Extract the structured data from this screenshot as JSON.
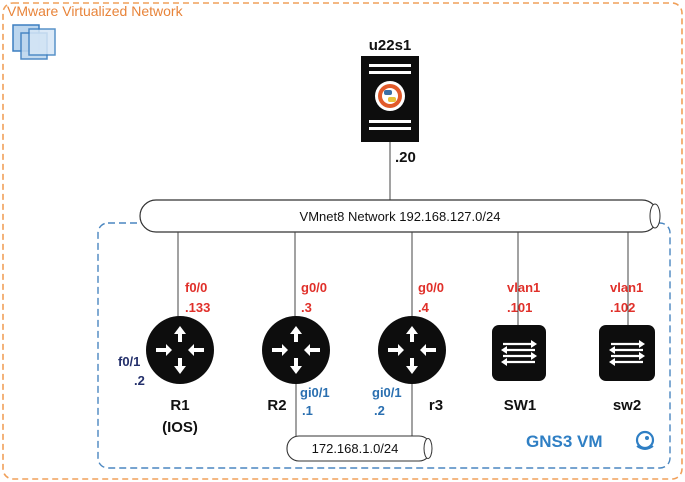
{
  "outer_title": "VMware Virtualized Network",
  "server": {
    "name": "u22s1",
    "ip": ".20"
  },
  "vmnet_label": "VMnet8 Network 192.168.127.0/24",
  "lan_label": "172.168.1.0/24",
  "gns3_label": "GNS3 VM",
  "devices": {
    "r1": {
      "name": "R1",
      "sub": "(IOS)",
      "if_top": "f0/0",
      "ip_top": ".133",
      "if_side": "f0/1",
      "ip_side": ".2"
    },
    "r2": {
      "name": "R2",
      "if_top": "g0/0",
      "ip_top": ".3",
      "if_bottom": "gi0/1",
      "ip_bottom": ".1"
    },
    "r3": {
      "name": "r3",
      "if_top": "g0/0",
      "ip_top": ".4",
      "if_bottom": "gi0/1",
      "ip_bottom": ".2"
    },
    "sw1": {
      "name": "SW1",
      "if_top": "vlan1",
      "ip_top": ".101"
    },
    "sw2": {
      "name": "sw2",
      "if_top": "vlan1",
      "ip_top": ".102"
    }
  },
  "colors": {
    "outer_border": "#f0a05a",
    "outer_title": "#e8843a",
    "gns3_border": "#4a86c0",
    "gns3_text": "#2f7fc4",
    "red_label": "#e0302a",
    "device": "#111111"
  }
}
